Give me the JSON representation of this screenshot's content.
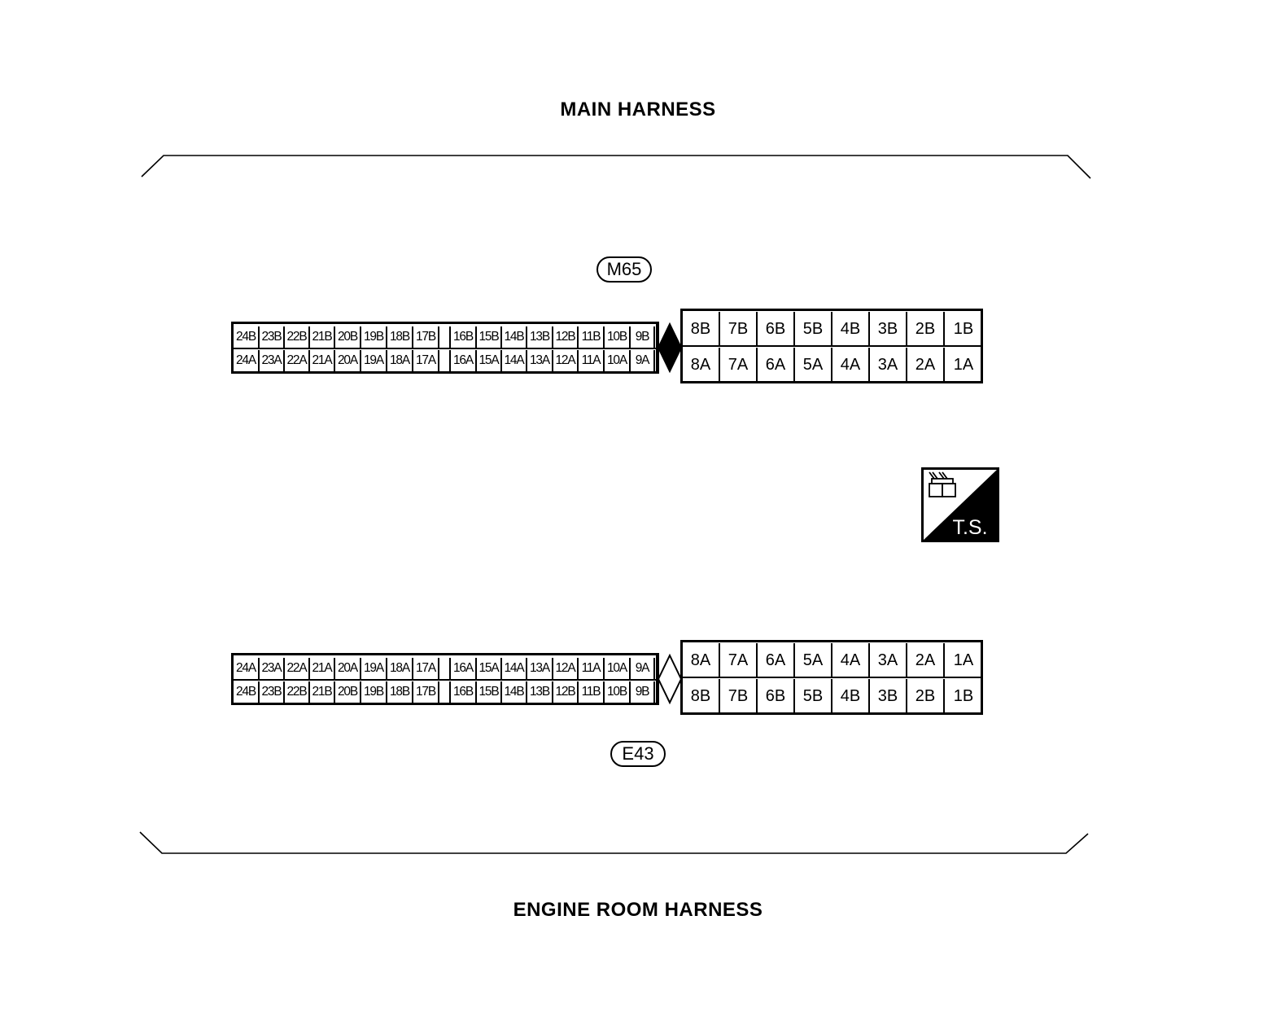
{
  "titles": {
    "top": "MAIN HARNESS",
    "bottom": "ENGINE ROOM HARNESS"
  },
  "connectors": {
    "top": {
      "id": "M65",
      "guide": "filled",
      "small_rows": [
        [
          "24B",
          "23B",
          "22B",
          "21B",
          "20B",
          "19B",
          "18B",
          "17B",
          "16B",
          "15B",
          "14B",
          "13B",
          "12B",
          "11B",
          "10B",
          "9B"
        ],
        [
          "24A",
          "23A",
          "22A",
          "21A",
          "20A",
          "19A",
          "18A",
          "17A",
          "16A",
          "15A",
          "14A",
          "13A",
          "12A",
          "11A",
          "10A",
          "9A"
        ]
      ],
      "big_rows": [
        [
          "8B",
          "7B",
          "6B",
          "5B",
          "4B",
          "3B",
          "2B",
          "1B"
        ],
        [
          "8A",
          "7A",
          "6A",
          "5A",
          "4A",
          "3A",
          "2A",
          "1A"
        ]
      ]
    },
    "bottom": {
      "id": "E43",
      "guide": "outline",
      "small_rows": [
        [
          "24A",
          "23A",
          "22A",
          "21A",
          "20A",
          "19A",
          "18A",
          "17A",
          "16A",
          "15A",
          "14A",
          "13A",
          "12A",
          "11A",
          "10A",
          "9A"
        ],
        [
          "24B",
          "23B",
          "22B",
          "21B",
          "20B",
          "19B",
          "18B",
          "17B",
          "16B",
          "15B",
          "14B",
          "13B",
          "12B",
          "11B",
          "10B",
          "9B"
        ]
      ],
      "big_rows": [
        [
          "8A",
          "7A",
          "6A",
          "5A",
          "4A",
          "3A",
          "2A",
          "1A"
        ],
        [
          "8B",
          "7B",
          "6B",
          "5B",
          "4B",
          "3B",
          "2B",
          "1B"
        ]
      ]
    }
  },
  "ts_icon": {
    "label": "T.S.",
    "icon": "connector-icon"
  }
}
